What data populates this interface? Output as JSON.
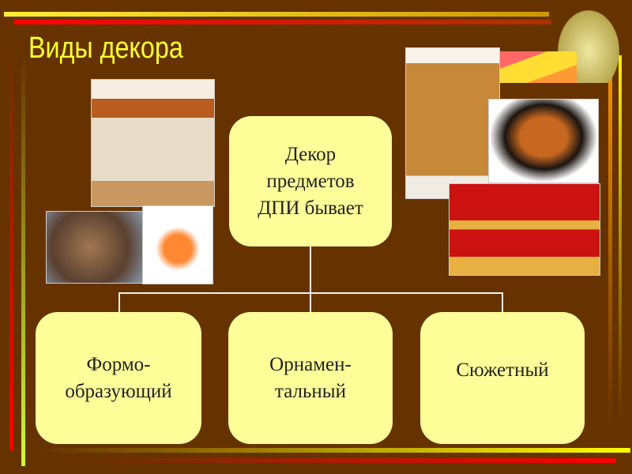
{
  "title": "Виды декора",
  "root": {
    "line1": "Декор",
    "line2": "предметов",
    "line3": "ДПИ бывает"
  },
  "children": [
    {
      "line1": "Формо-",
      "line2": "образующий"
    },
    {
      "line1": "Орнамен-",
      "line2": "тальный"
    },
    {
      "line1": "Сюжетный"
    }
  ],
  "colors": {
    "background": "#663300",
    "box": "#ffff99",
    "title": "#ffff33"
  }
}
